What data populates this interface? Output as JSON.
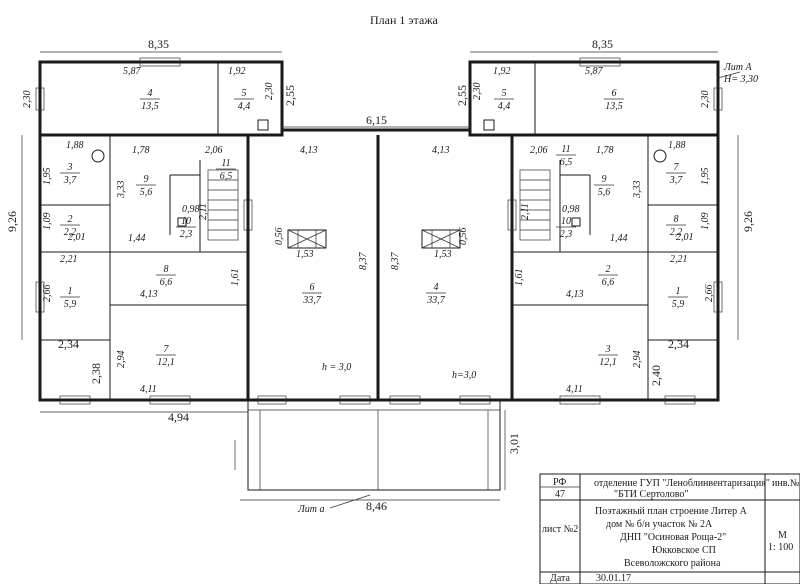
{
  "title": "План  1  этажа",
  "ext_dims": {
    "top_left": "8,35",
    "top_right": "8,35",
    "mid_top": "6,15",
    "h_left": "2,55",
    "h_right": "2,55",
    "side_left": "9,26",
    "side_right": "9,26",
    "bl_w": "2,34",
    "br_w": "2,34",
    "bl_h": "2,38",
    "br_h": "2,40",
    "bottom_mid": "4,94",
    "porch_w": "8,46",
    "porch_d": "3,01"
  },
  "lit_a": "Лит А",
  "lit_a_h": "H= 3,30",
  "lit_a_porch": "Лит а",
  "ceiling_left": "h = 3,0",
  "ceiling_right": "h=3,0",
  "dims": [
    "5,87",
    "2,30",
    "1,92",
    "2,30",
    "1,88",
    "1,95",
    "1,09",
    "2,01",
    "1,78",
    "2,06",
    "3,33",
    "0,98",
    "2,11",
    "1,44",
    "2,21",
    "2,66",
    "4,13",
    "1,61",
    "2,94",
    "4,11",
    "4,13",
    "0,56",
    "1,53",
    "8,37",
    "5,87",
    "2,30",
    "1,92",
    "2,30",
    "1,88",
    "1,95",
    "1,09",
    "2,01",
    "1,78",
    "2,06",
    "3,33",
    "0,98",
    "2,11",
    "1,44",
    "2,21",
    "2,66",
    "4,13",
    "1,61",
    "2,94",
    "4,11",
    "4,13",
    "0,56",
    "1,53",
    "8,37"
  ],
  "rooms": [
    {
      "n": "4",
      "a": "13,5"
    },
    {
      "n": "5",
      "a": "4,4"
    },
    {
      "n": "3",
      "a": "3,7"
    },
    {
      "n": "2",
      "a": "2,2"
    },
    {
      "n": "9",
      "a": "5,6"
    },
    {
      "n": "10",
      "a": "2,3"
    },
    {
      "n": "11",
      "a": "6,5"
    },
    {
      "n": "8",
      "a": "6,6"
    },
    {
      "n": "1",
      "a": "5,9"
    },
    {
      "n": "7",
      "a": "12,1"
    },
    {
      "n": "6",
      "a": "33,7"
    },
    {
      "n": "6",
      "a": "13,5"
    },
    {
      "n": "5",
      "a": "4,4"
    },
    {
      "n": "7",
      "a": "3,7"
    },
    {
      "n": "8",
      "a": "2,2"
    },
    {
      "n": "9",
      "a": "5,6"
    },
    {
      "n": "10",
      "a": "2,3"
    },
    {
      "n": "11",
      "a": "6,5"
    },
    {
      "n": "2",
      "a": "6,6"
    },
    {
      "n": "1",
      "a": "5,9"
    },
    {
      "n": "3",
      "a": "12,1"
    },
    {
      "n": "4",
      "a": "33,7"
    }
  ],
  "title_block": {
    "rf": "РФ",
    "rf_num": "47",
    "org_line1": "отделение ГУП \"Леноблинвентаризация\"",
    "org_line2": "\"БТИ Сертолово\"",
    "inv": "инв.№",
    "sheet": "лист №2",
    "desc1": "Поэтажный план строение Литер А",
    "desc2": "дом № б/н     участок № 2А",
    "desc3": "ДНП \"Осиновая Роща-2\"",
    "desc4": "Юкковское СП",
    "desc5": "Всеволожского района",
    "scale_label": "М",
    "scale": "1: 100",
    "date_label": "Дата",
    "date": "30.01.17"
  }
}
